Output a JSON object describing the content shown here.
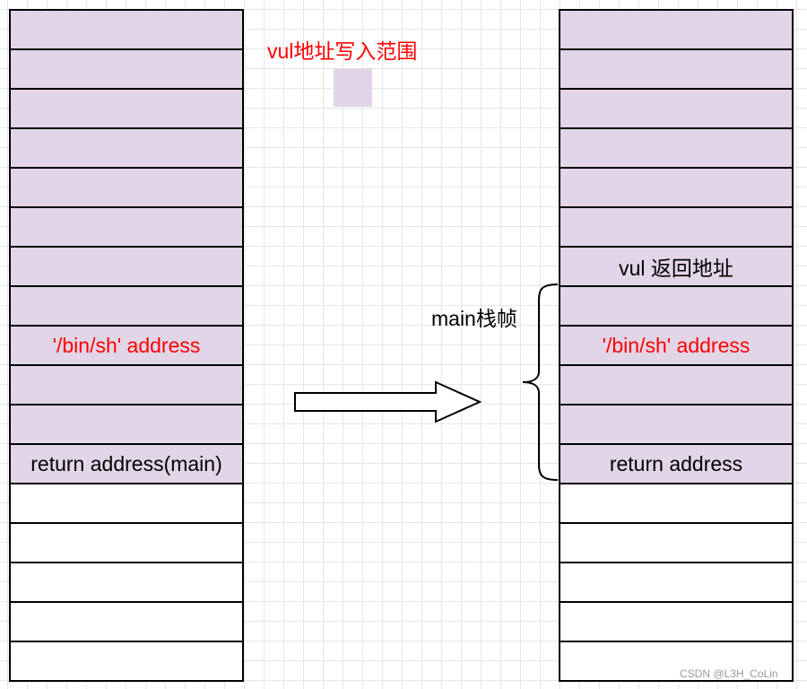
{
  "legend": {
    "label": "vul地址写入范围",
    "swatch_color": "#e1d5e7"
  },
  "left_stack": [
    {
      "text": "",
      "style": "filled"
    },
    {
      "text": "",
      "style": "filled"
    },
    {
      "text": "",
      "style": "filled"
    },
    {
      "text": "",
      "style": "filled"
    },
    {
      "text": "",
      "style": "filled"
    },
    {
      "text": "",
      "style": "filled"
    },
    {
      "text": "",
      "style": "filled"
    },
    {
      "text": "",
      "style": "filled"
    },
    {
      "text": "'/bin/sh' address",
      "style": "filled",
      "color": "red"
    },
    {
      "text": "",
      "style": "filled"
    },
    {
      "text": "",
      "style": "filled"
    },
    {
      "text": "return address(main)",
      "style": "filled"
    },
    {
      "text": "",
      "style": "empty"
    },
    {
      "text": "",
      "style": "empty"
    },
    {
      "text": "",
      "style": "empty"
    },
    {
      "text": "",
      "style": "empty"
    },
    {
      "text": "",
      "style": "empty"
    }
  ],
  "right_stack": [
    {
      "text": "",
      "style": "filled"
    },
    {
      "text": "",
      "style": "filled"
    },
    {
      "text": "",
      "style": "filled"
    },
    {
      "text": "",
      "style": "filled"
    },
    {
      "text": "",
      "style": "filled"
    },
    {
      "text": "",
      "style": "filled"
    },
    {
      "text": "vul 返回地址",
      "style": "filled"
    },
    {
      "text": "",
      "style": "filled"
    },
    {
      "text": "'/bin/sh' address",
      "style": "filled",
      "color": "red"
    },
    {
      "text": "",
      "style": "filled"
    },
    {
      "text": "",
      "style": "filled"
    },
    {
      "text": "return address",
      "style": "filled"
    },
    {
      "text": "",
      "style": "empty"
    },
    {
      "text": "",
      "style": "empty"
    },
    {
      "text": "",
      "style": "empty"
    },
    {
      "text": "",
      "style": "empty"
    },
    {
      "text": "",
      "style": "empty"
    }
  ],
  "brace_label": "main栈帧",
  "watermark": "CSDN @L3H_CoLin",
  "colors": {
    "filled": "#e1d5e7",
    "empty": "#ffffff",
    "highlight_text": "#ff0000",
    "stroke": "#000000"
  }
}
